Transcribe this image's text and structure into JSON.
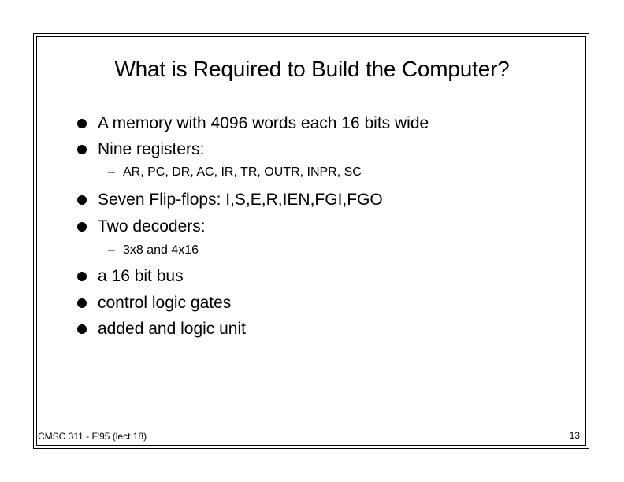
{
  "slide": {
    "title": "What is Required to Build the Computer?",
    "items": [
      {
        "text": "A memory with 4096 words each 16 bits wide"
      },
      {
        "text": "Nine registers:",
        "sub": "AR, PC, DR, AC, IR, TR, OUTR, INPR, SC"
      },
      {
        "text": "Seven Flip-flops: I,S,E,R,IEN,FGI,FGO"
      },
      {
        "text": "Two decoders:",
        "sub": "3x8 and 4x16"
      },
      {
        "text": "a 16 bit bus"
      },
      {
        "text": "control logic gates"
      },
      {
        "text": "added and logic unit"
      }
    ],
    "footer": "CMSC 311 - F'95 (lect 18)",
    "page_number": "13"
  }
}
